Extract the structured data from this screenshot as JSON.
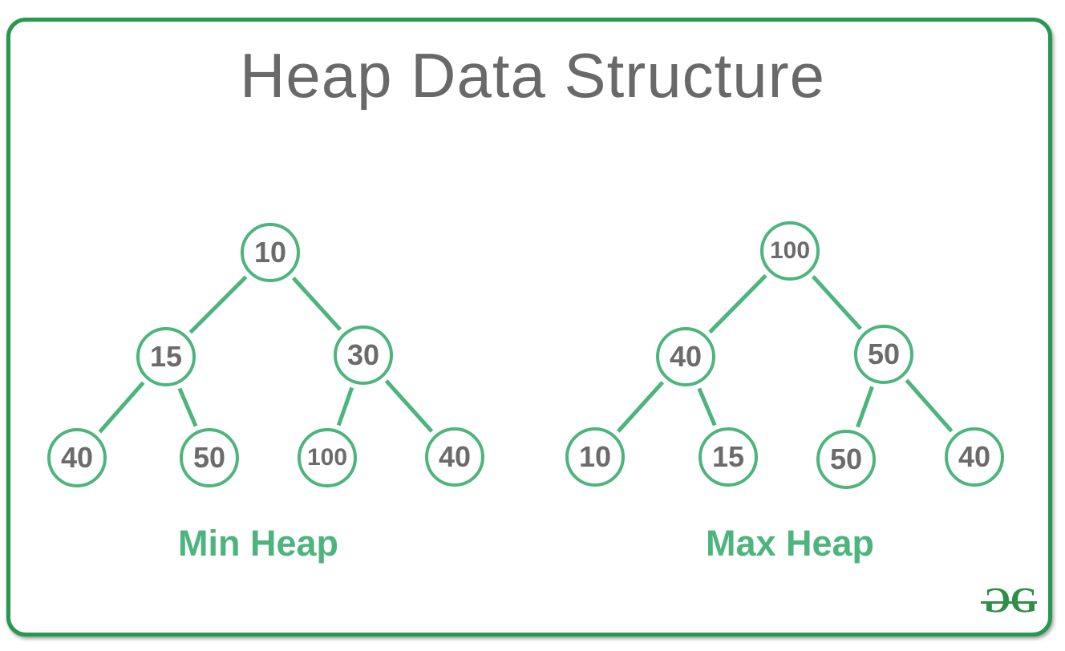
{
  "title": "Heap Data Structure",
  "min_heap": {
    "label": "Min Heap",
    "nodes": [
      {
        "value": "10"
      },
      {
        "value": "15"
      },
      {
        "value": "30"
      },
      {
        "value": "40"
      },
      {
        "value": "50"
      },
      {
        "value": "100"
      },
      {
        "value": "40"
      }
    ],
    "edges": [
      [
        0,
        1
      ],
      [
        0,
        2
      ],
      [
        1,
        3
      ],
      [
        1,
        4
      ],
      [
        2,
        5
      ],
      [
        2,
        6
      ]
    ]
  },
  "max_heap": {
    "label": "Max Heap",
    "nodes": [
      {
        "value": "100"
      },
      {
        "value": "40"
      },
      {
        "value": "50"
      },
      {
        "value": "10"
      },
      {
        "value": "15"
      },
      {
        "value": "50"
      },
      {
        "value": "40"
      }
    ],
    "edges": [
      [
        0,
        1
      ],
      [
        0,
        2
      ],
      [
        1,
        3
      ],
      [
        1,
        4
      ],
      [
        2,
        5
      ],
      [
        2,
        6
      ]
    ]
  },
  "logo": {
    "left_letter": "G",
    "right_letter": "G"
  },
  "colors": {
    "frame_border": "#27984f",
    "node_stroke": "#4db47d",
    "edge": "#4db47d",
    "node_text": "#6b6b6b",
    "title_text": "#696969",
    "heap_label": "#4db47d",
    "logo": "#2f8d46"
  }
}
